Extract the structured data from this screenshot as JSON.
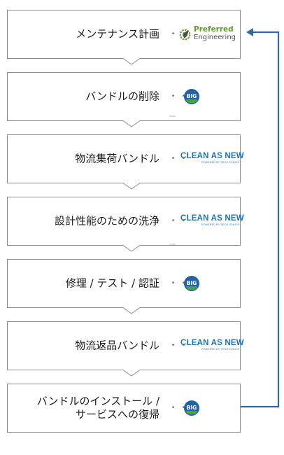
{
  "steps": [
    {
      "label": "メンテナンス計画",
      "logo": "preferred-engineering"
    },
    {
      "label": "バンドルの削除",
      "logo": "big"
    },
    {
      "label": "物流集荷バンドル",
      "logo": "clean-as-new"
    },
    {
      "label": "設計性能のための洗浄",
      "logo": "clean-as-new"
    },
    {
      "label": "修理 / テスト / 認証",
      "logo": "big"
    },
    {
      "label": "物流返品バンドル",
      "logo": "clean-as-new"
    },
    {
      "label_line1": "バンドルのインストール /",
      "label_line2": "サービスへの復帰",
      "logo": "big"
    }
  ],
  "connector": "・・",
  "logos": {
    "preferred_engineering": {
      "line1": "Preferred",
      "line2": "Engineering"
    },
    "big": {
      "text": "BIG"
    },
    "clean_as_new": {
      "main": "CLEAN AS NEW",
      "sub": "POWERED BY TECH SONIC®"
    }
  },
  "colors": {
    "box_border": "#8c8c8c",
    "loop_arrow": "#2f6aa6",
    "pe_green": "#5e9d2d",
    "big_blue": "#1f62a8",
    "big_green": "#4ba045",
    "can_blue": "#1e72b8"
  }
}
